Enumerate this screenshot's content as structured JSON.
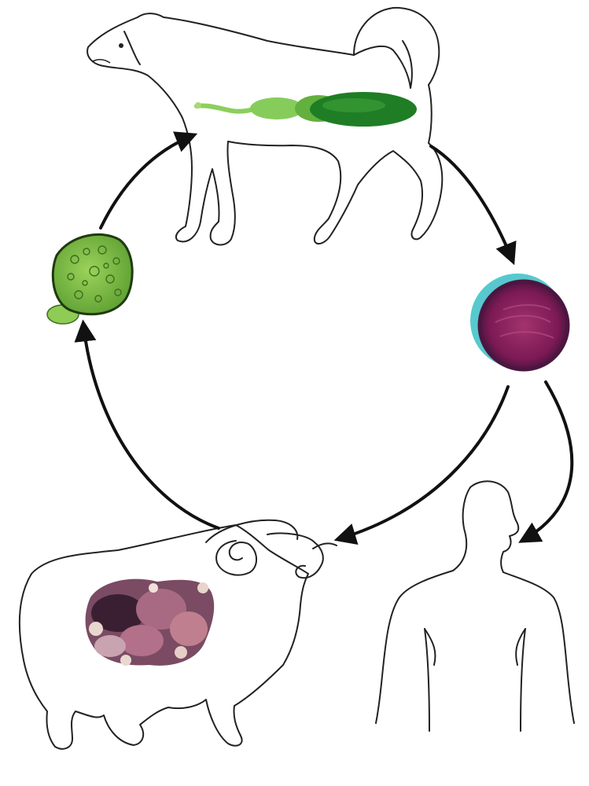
{
  "diagram": {
    "type": "life-cycle",
    "stages": [
      {
        "id": "definitive-host",
        "depicts": "dog"
      },
      {
        "id": "adult-worm",
        "depicts": "adult tapeworm",
        "color": "#3f9a2a"
      },
      {
        "id": "egg",
        "depicts": "egg",
        "color": "#8a1f5e"
      },
      {
        "id": "intermediate-host",
        "depicts": "sheep"
      },
      {
        "id": "hydatid-cysts",
        "depicts": "cysts",
        "color": "#a4576a"
      },
      {
        "id": "protoscolex",
        "depicts": "protoscolex",
        "color": "#7fc24a"
      },
      {
        "id": "accidental-host",
        "depicts": "human"
      }
    ],
    "links": [
      {
        "from": "definitive-host",
        "to": "egg"
      },
      {
        "from": "egg",
        "to": "intermediate-host"
      },
      {
        "from": "intermediate-host",
        "to": "protoscolex"
      },
      {
        "from": "protoscolex",
        "to": "definitive-host"
      },
      {
        "from": "egg",
        "to": "accidental-host"
      }
    ],
    "colors": {
      "outline": "#222222",
      "arrow": "#111111",
      "background": "#ffffff"
    }
  }
}
